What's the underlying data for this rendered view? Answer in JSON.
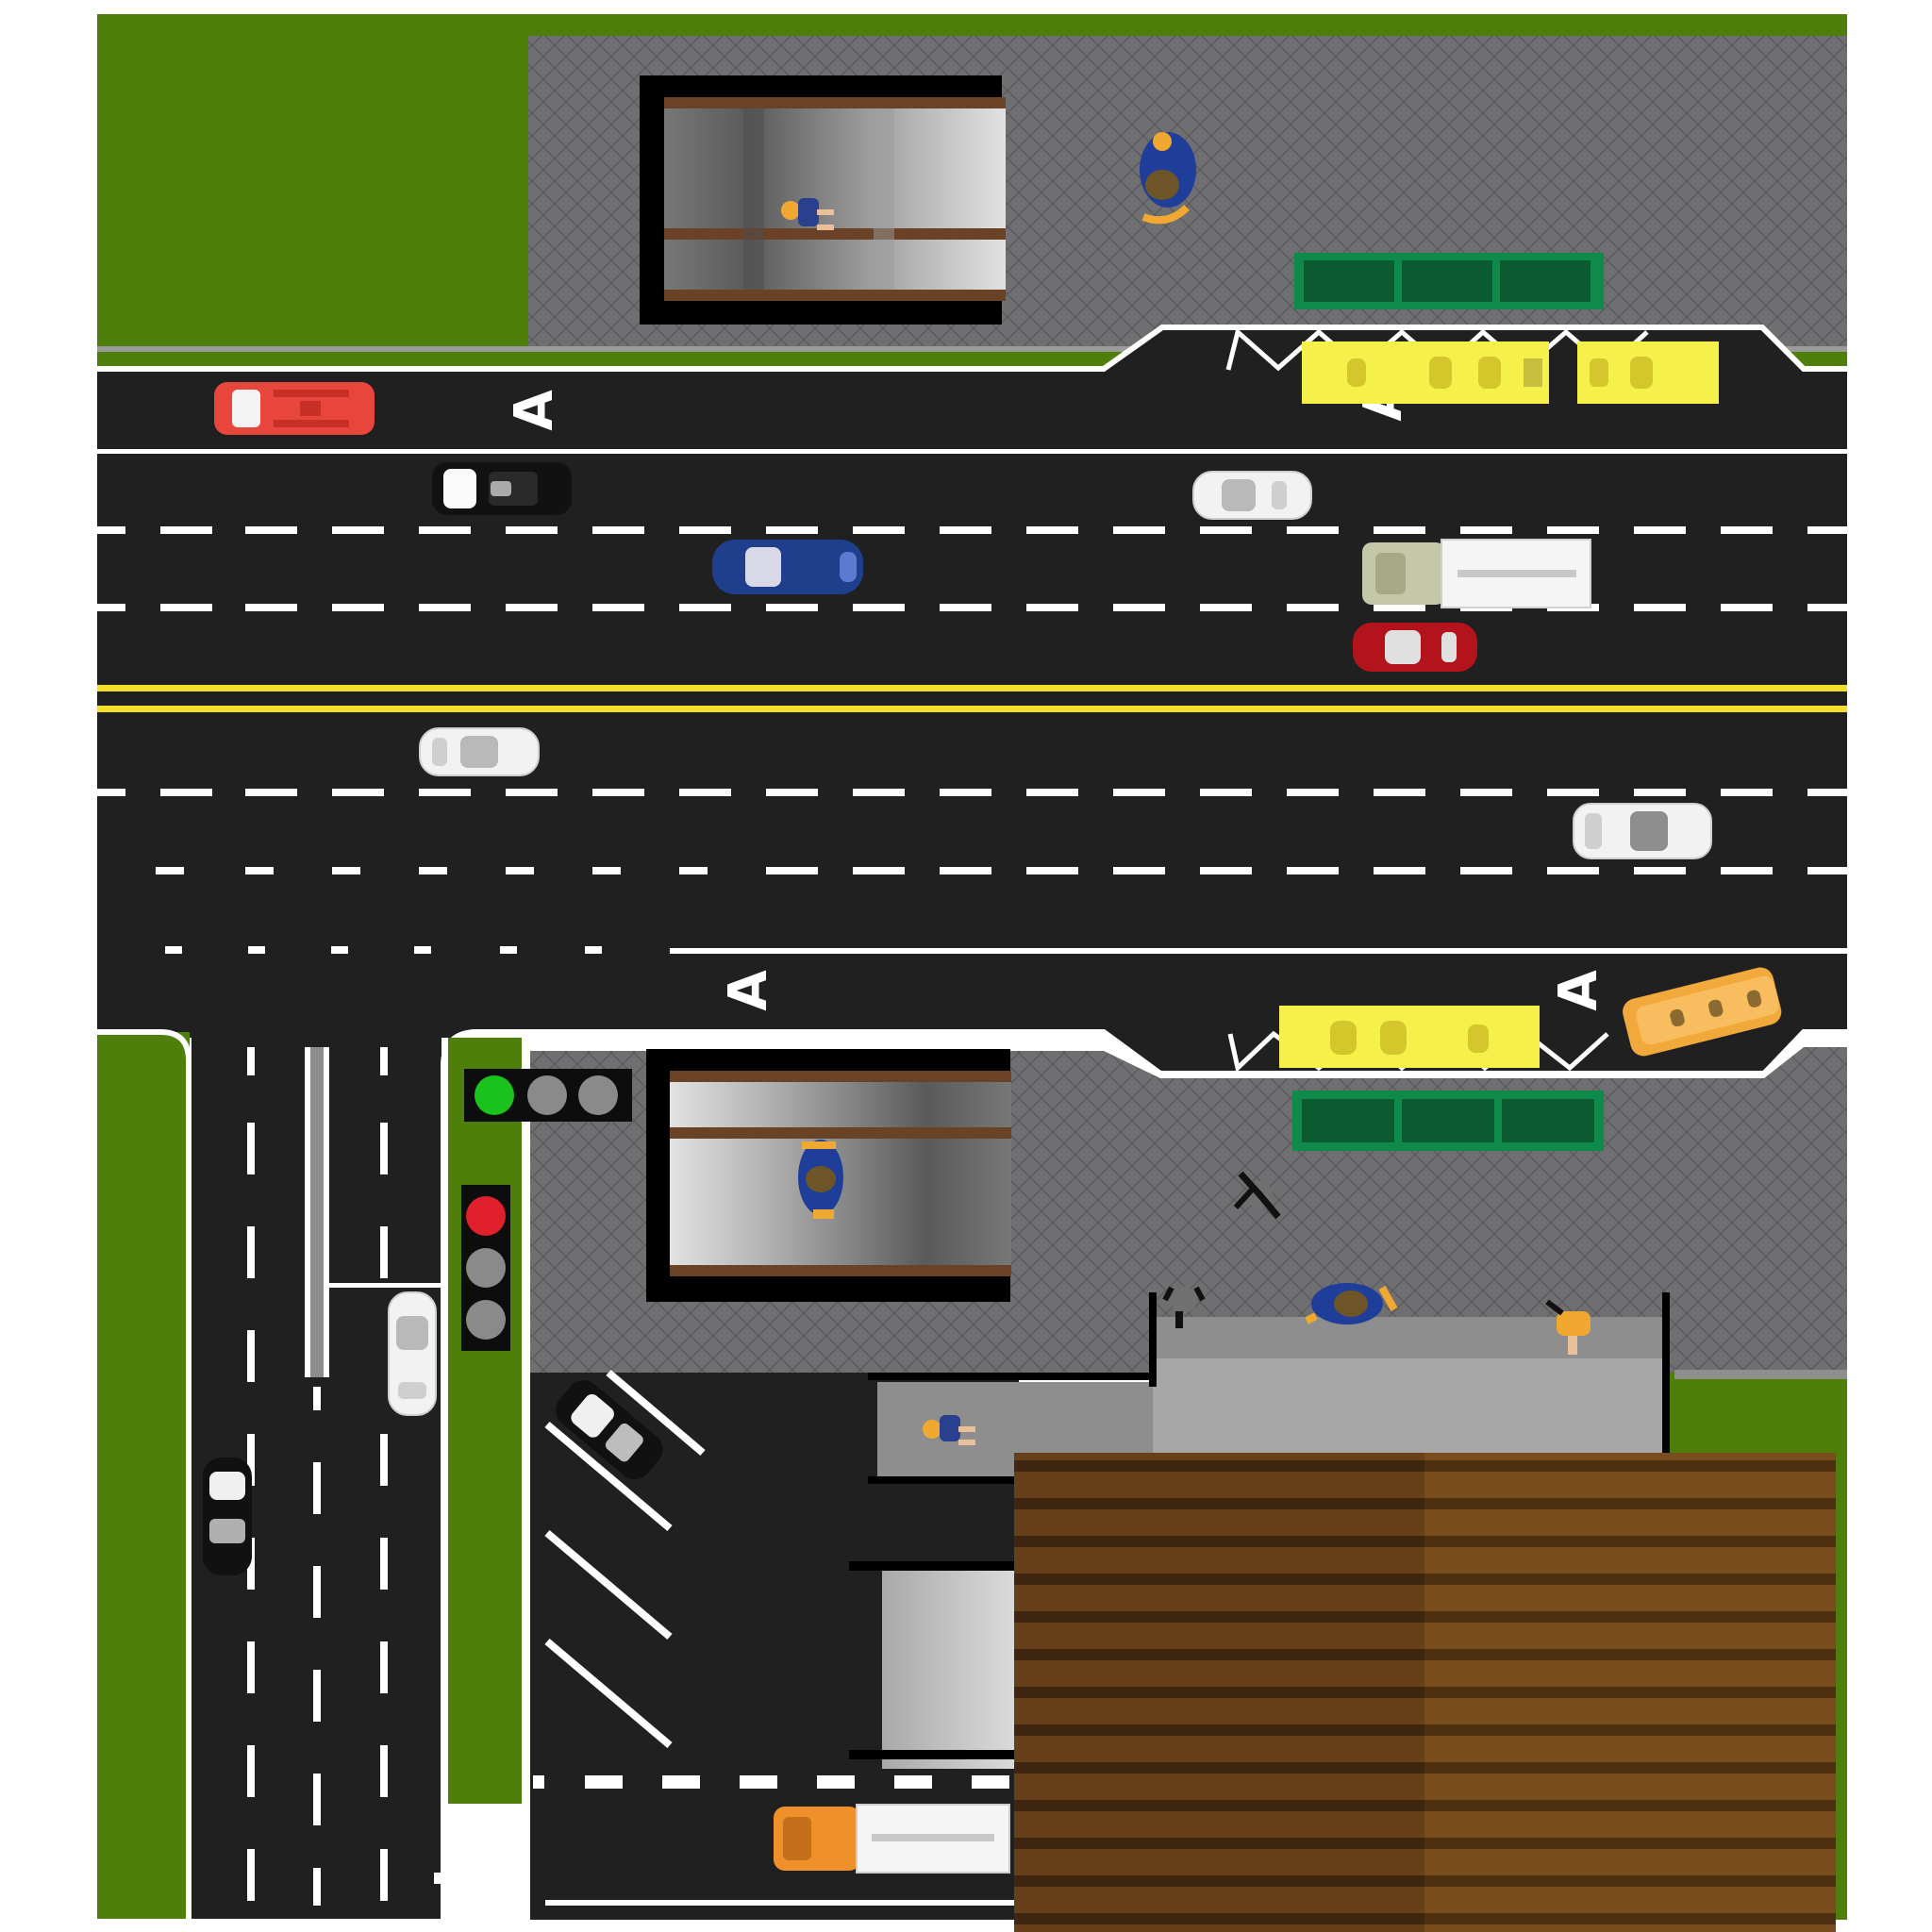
{
  "scene": {
    "lane_markings": [
      "A",
      "A",
      "A",
      "A"
    ],
    "traffic_lights": [
      {
        "orientation": "horizontal",
        "active": "green"
      },
      {
        "orientation": "vertical",
        "active": "red"
      }
    ],
    "vehicles": [
      {
        "name": "red-van",
        "color": "#e8463c"
      },
      {
        "name": "black-suv",
        "color": "#111111"
      },
      {
        "name": "blue-minivan",
        "color": "#1f3e8c"
      },
      {
        "name": "white-sedan",
        "color": "#f2f2f2"
      },
      {
        "name": "box-truck-khaki",
        "color": "#c5c8a8"
      },
      {
        "name": "red-sedan",
        "color": "#b3131b"
      },
      {
        "name": "white-sedan",
        "color": "#f2f2f2"
      },
      {
        "name": "white-suv",
        "color": "#f2f2f2"
      },
      {
        "name": "orange-bus",
        "color": "#f2a93b"
      },
      {
        "name": "white-car",
        "color": "#f2f2f2"
      },
      {
        "name": "black-sedan",
        "color": "#111111"
      },
      {
        "name": "black-parked-car",
        "color": "#111111"
      },
      {
        "name": "box-truck-orange",
        "color": "#f0902a"
      }
    ],
    "colors": {
      "grass": "#4d7f0a",
      "asphalt": "#202020",
      "paving": "#6e6e70",
      "center_line": "#f4e02b",
      "bus_shelter": "#f5f04a",
      "bench": "#0e6b3a",
      "roof": "#5e3a19"
    }
  }
}
